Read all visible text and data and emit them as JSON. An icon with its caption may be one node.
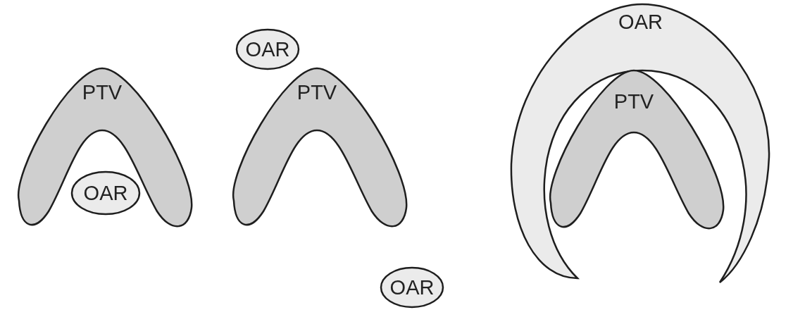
{
  "diagram": {
    "nodes": [
      {
        "text": [
          "PTV"
        ]
      },
      {
        "text": [
          "OAR"
        ]
      },
      {
        "text": [
          "OAR"
        ]
      },
      {
        "text": [
          "PTV"
        ]
      },
      {
        "text": [
          "OAR"
        ]
      },
      {
        "text": [
          "OAR"
        ]
      },
      {
        "text": [
          "PTV"
        ]
      }
    ]
  }
}
